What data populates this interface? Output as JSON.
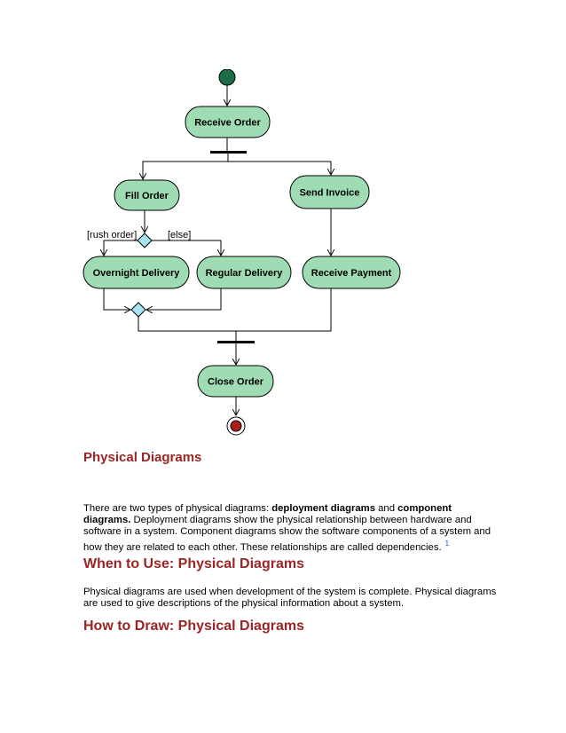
{
  "diagram": {
    "nodes": {
      "receive_order": "Receive Order",
      "fill_order": "Fill Order",
      "send_invoice": "Send Invoice",
      "overnight_delivery": "Overnight Delivery",
      "regular_delivery": "Regular Delivery",
      "receive_payment": "Receive Payment",
      "close_order": "Close Order"
    },
    "guards": {
      "rush": "[rush order]",
      "else": "[else]"
    },
    "colors": {
      "activity_fill": "#9fdcb4",
      "initial": "#1d6b4a",
      "final": "#b01c1c",
      "decision": "#a7e3f3"
    }
  },
  "sections": {
    "physical_heading": "Physical Diagrams",
    "intro": {
      "t1": "There are two types of physical diagrams: ",
      "b1": "deployment diagrams",
      "t2": " and ",
      "b2": "component diagrams.",
      "t3": " Deployment diagrams show the physical relationship between hardware and software in a system.  Component diagrams show the software components of a system and how they are related to each other.  These relationships are called dependencies.",
      "footnote": "1"
    },
    "when_heading": "When to Use: Physical Diagrams",
    "when_text": "Physical diagrams are used when development of the system is complete.  Physical diagrams are used to give descriptions of the physical information about a system.",
    "how_heading": "How to Draw: Physical Diagrams"
  }
}
